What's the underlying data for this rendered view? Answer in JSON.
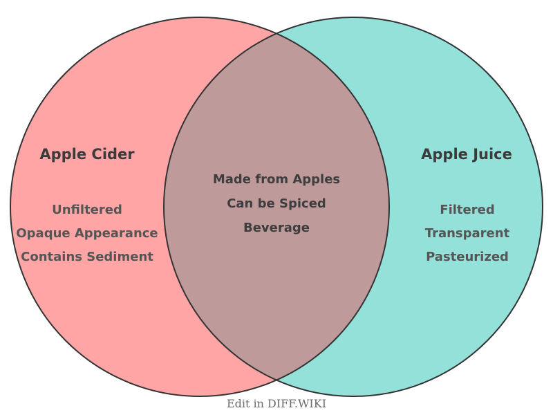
{
  "diagram": {
    "type": "venn",
    "stroke_color": "#333333",
    "title_color": "#3b3b3b",
    "item_color": "#555555",
    "overlap_item_color": "#3d3d3d",
    "background": "#ffffff",
    "left": {
      "title": "Apple Cider",
      "color": "#FFA5A5",
      "items": [
        "Unfiltered",
        "Opaque Appearance",
        "Contains Sediment"
      ]
    },
    "right": {
      "title": "Apple Juice",
      "color": "#93E1D8",
      "items": [
        "Filtered",
        "Transparent",
        "Pasteurized"
      ]
    },
    "overlap": {
      "color": "#BF9A9B",
      "items": [
        "Made from Apples",
        "Can be Spiced",
        "Beverage"
      ]
    }
  },
  "footer": {
    "label": "Edit in DIFF.WIKI",
    "color": "#6b6b6b"
  }
}
